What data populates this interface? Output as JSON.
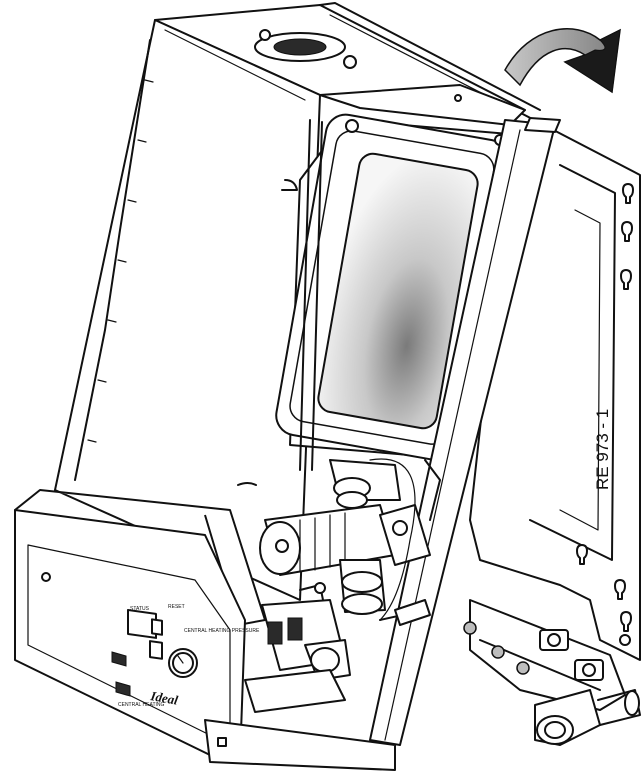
{
  "figure": {
    "reference": "RE 973 - 1",
    "brand_logo": "Ideal",
    "panel_labels": {
      "status": "STATUS",
      "reset": "RESET",
      "pressure": "CENTRAL HEATING PRESSURE",
      "switch": "CENTRAL HEATING"
    }
  },
  "colors": {
    "line": "#111111",
    "arrow_gray": "#9a9a9a",
    "arrow_dark": "#1a1a1a",
    "window_gradient_light": "#f5f5f5",
    "window_gradient_dark": "#8a8a8a"
  },
  "icons": {
    "rotate_arrow": "curved-rotation-arrow",
    "gauge": "pressure-gauge-icon",
    "switch": "rocker-switch-icon"
  }
}
